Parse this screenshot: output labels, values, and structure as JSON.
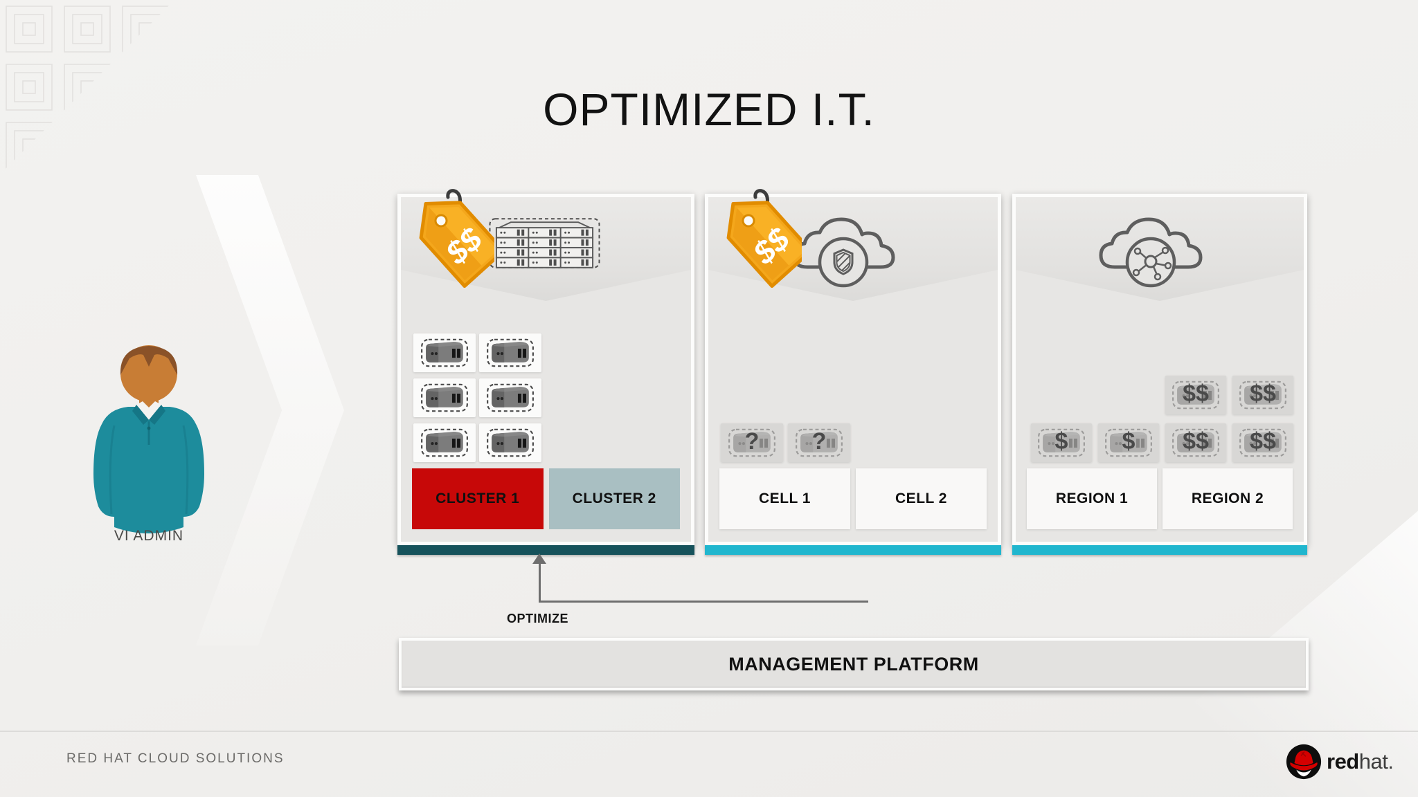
{
  "title": "OPTIMIZED I.T.",
  "persona": {
    "label": "VI ADMIN",
    "icon": "person-admin-icon"
  },
  "panels": [
    {
      "name": "virtualization",
      "price_tag": "$$",
      "icon": "server-rack-icon",
      "server_card_count": 6,
      "buttons": [
        {
          "label": "CLUSTER 1",
          "color": "#c70808"
        },
        {
          "label": "CLUSTER 2",
          "color": "#a9bfc2"
        }
      ],
      "bar_color": "#16525b"
    },
    {
      "name": "private-cloud",
      "price_tag": "$$",
      "icon": "cloud-shield-icon",
      "cards": [
        "?",
        "?"
      ],
      "buttons": [
        {
          "label": "CELL 1",
          "color": "#f9f8f7"
        },
        {
          "label": "CELL 2",
          "color": "#f9f8f7"
        }
      ],
      "bar_color": "#20b6ce"
    },
    {
      "name": "public-cloud",
      "icon": "cloud-network-icon",
      "rows": [
        [
          "",
          "",
          "$$",
          "$$"
        ],
        [
          "$",
          "$",
          "$$",
          "$$"
        ]
      ],
      "buttons": [
        {
          "label": "REGION 1",
          "color": "#f9f8f7"
        },
        {
          "label": "REGION 2",
          "color": "#f9f8f7"
        }
      ],
      "bar_color": "#20b6ce"
    }
  ],
  "optimize": {
    "label": "OPTIMIZE"
  },
  "management": {
    "label": "MANAGEMENT PLATFORM"
  },
  "footer": {
    "left": "RED HAT CLOUD SOLUTIONS",
    "brand_bold": "red",
    "brand_light": "hat.",
    "logo_icon": "red-hat-fedora-icon"
  },
  "colors": {
    "background": "#f1f0ee",
    "panel_bg": "#e7e6e4",
    "cluster1_red": "#c70808",
    "cluster2_gray": "#a9bfc2",
    "dark_teal_bar": "#16525b",
    "cyan_bar": "#20b6ce",
    "tag_gold": "#f4a71c",
    "shirt_teal": "#1d8c9c",
    "brand_red": "#d40000"
  }
}
